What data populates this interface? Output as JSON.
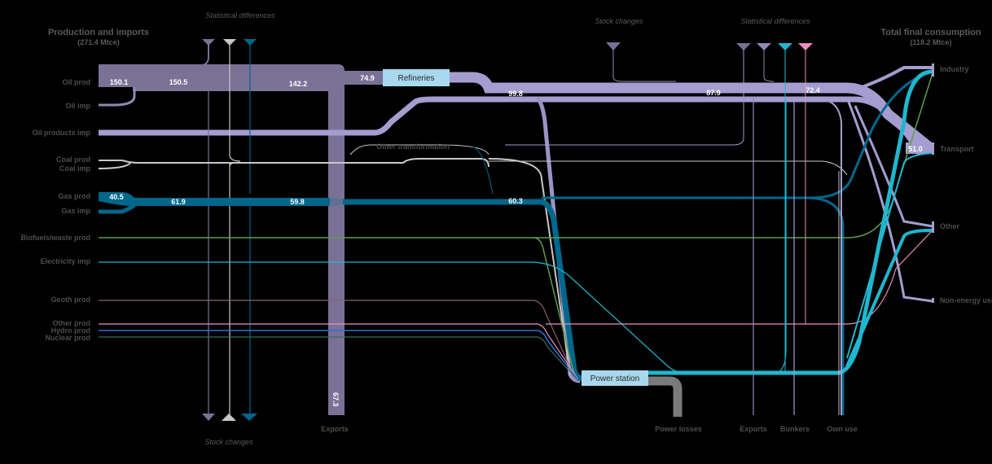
{
  "header": {
    "left_title": "Production and imports",
    "left_sub": "(271.4 Mtce)",
    "right_title": "Total final consumption",
    "right_sub": "(118.2 Mtce)"
  },
  "sources": [
    {
      "label": "Oil prod",
      "color": "#7a7196"
    },
    {
      "label": "Oil imp",
      "color": "#9089b3"
    },
    {
      "label": "Oil products imp",
      "color": "#a59dcf"
    },
    {
      "label": "Coal prod",
      "color": "#c8c8c8"
    },
    {
      "label": "Coal imp",
      "color": "#c8c8c8"
    },
    {
      "label": "Gas prod",
      "color": "#00678c"
    },
    {
      "label": "Gas imp",
      "color": "#00678c"
    },
    {
      "label": "Biofuels/waste prod",
      "color": "#5d9e4a"
    },
    {
      "label": "Electricity imp",
      "color": "#1fb7cf"
    },
    {
      "label": "Geoth prod",
      "color": "#8a6070"
    },
    {
      "label": "Other prod",
      "color": "#e98fbd"
    },
    {
      "label": "Hydro prod",
      "color": "#2f6fd6"
    },
    {
      "label": "Nuclear prod",
      "color": "#3a6b57"
    }
  ],
  "sinks": [
    {
      "label": "Industry"
    },
    {
      "label": "Transport"
    },
    {
      "label": "Other"
    },
    {
      "label": "Non-energy use"
    }
  ],
  "nodes": {
    "refineries": "Refineries",
    "power_station": "Power station",
    "other_transformation": "Other transformation"
  },
  "bottom_labels": {
    "exports": "Exports",
    "power_losses": "Power losses",
    "exports2": "Exports",
    "bunkers": "Bunkers",
    "own_use": "Own use",
    "stock_changes": "Stock changes"
  },
  "top_labels": {
    "stat_diff_left": "Statistical differences",
    "stock_changes": "Stock changes",
    "stat_diff_right": "Statistical differences"
  },
  "values": {
    "oil_prod": "150.1",
    "oil_after_stat": "150.5",
    "oil_to_export": "142.2",
    "oil_to_refineries": "74.9",
    "refinery_out": "99.8",
    "oil_after_stock": "87.9",
    "oil_after_bunkers": "72.4",
    "exports_vertical": "67.3",
    "gas_prod": "40.5",
    "gas_total": "61.9",
    "gas_after_export": "59.8",
    "gas_to_power": "60.3",
    "transport": "51.0"
  },
  "colors": {
    "oil_dark": "#7a7196",
    "oil_light": "#a59dcf",
    "coal": "#c8c8c8",
    "gas": "#00678c",
    "electricity": "#1fb7cf",
    "losses": "#7a7a7a",
    "node_fill": "#a8d8ee",
    "label": "#4d4d4d"
  }
}
